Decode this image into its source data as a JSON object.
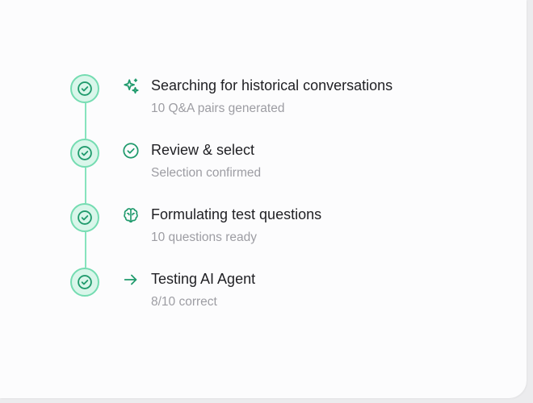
{
  "steps": [
    {
      "title": "Searching for historical conversations",
      "subtitle": "10 Q&A pairs generated",
      "icon": "sparkles-icon",
      "status": "completed"
    },
    {
      "title": "Review & select",
      "subtitle": "Selection confirmed",
      "icon": "check-circle-icon",
      "status": "completed"
    },
    {
      "title": "Formulating test questions",
      "subtitle": "10 questions ready",
      "icon": "brain-icon",
      "status": "completed"
    },
    {
      "title": "Testing AI Agent",
      "subtitle": "8/10 correct",
      "icon": "arrow-right-icon",
      "status": "completed"
    }
  ],
  "colors": {
    "accent": "#1f9a6c",
    "node_fill": "#d9f6ea",
    "node_ring": "#74dcb1",
    "connector": "#86e3bd",
    "title_text": "#1f1f23",
    "subtitle_text": "#9d9da3"
  }
}
